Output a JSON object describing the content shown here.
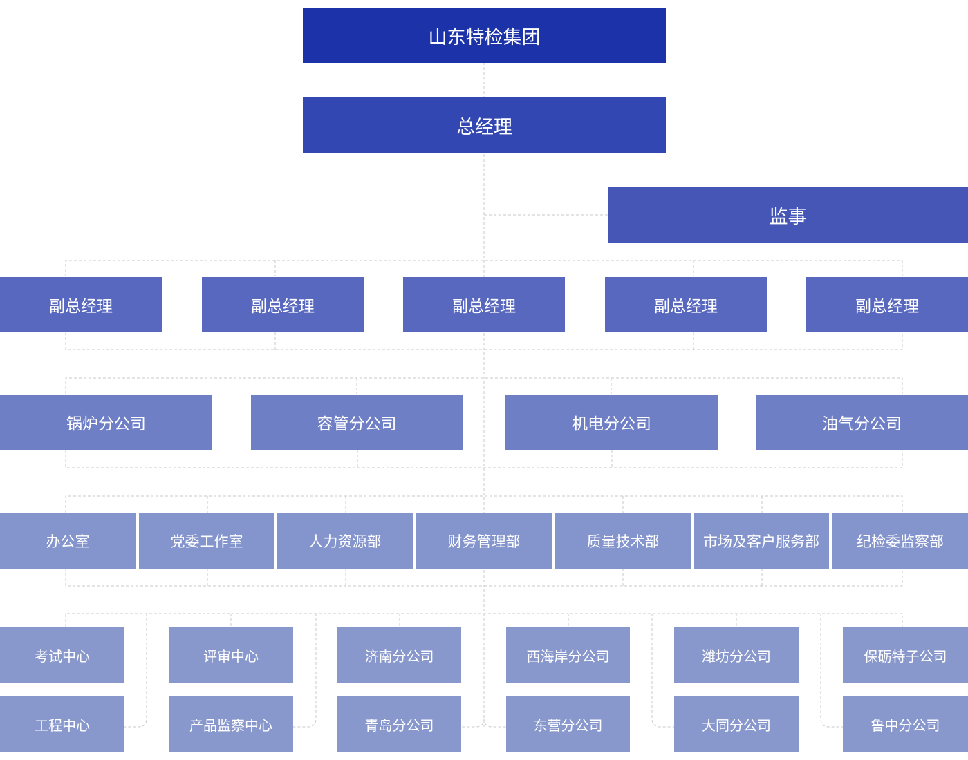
{
  "root": "山东特检集团",
  "general_manager": "总经理",
  "supervisor": "监事",
  "deputies": [
    "副总经理",
    "副总经理",
    "副总经理",
    "副总经理",
    "副总经理"
  ],
  "branches": [
    "锅炉分公司",
    "容管分公司",
    "机电分公司",
    "油气分公司"
  ],
  "departments": [
    "办公室",
    "党委工作室",
    "人力资源部",
    "财务管理部",
    "质量技术部",
    "市场及客户服务部",
    "纪检委监察部"
  ],
  "units_top": [
    "考试中心",
    "评审中心",
    "济南分公司",
    "西海岸分公司",
    "潍坊分公司",
    "保砺特子公司"
  ],
  "units_bottom": [
    "工程中心",
    "产品监察中心",
    "青岛分公司",
    "东营分公司",
    "大同分公司",
    "鲁中分公司"
  ],
  "colors": {
    "root": "#1b32a8",
    "level1": "#3247b2",
    "level2": "#4556b6",
    "deputy": "#5868bf",
    "branch": "#6f7fc5",
    "department": "#8494cc",
    "unit": "#8898cc",
    "connector": "#c8c8c8"
  }
}
